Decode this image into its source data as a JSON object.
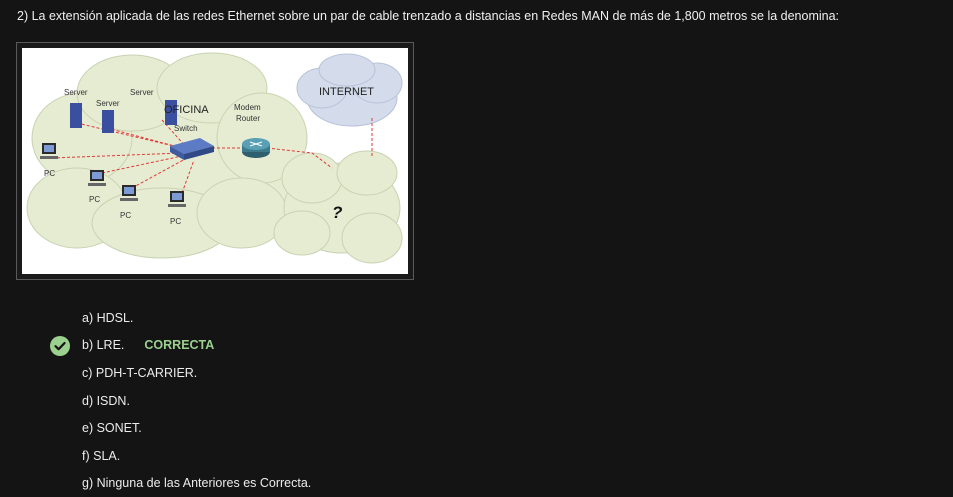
{
  "question": {
    "text": "2) La extensión aplicada de las redes Ethernet sobre un par de cable trenzado a distancias en Redes MAN de más de 1,800 metros se la denomina:"
  },
  "diagram": {
    "labels": {
      "server_1": "Server",
      "server_2": "Server",
      "server_3": "Server",
      "office": "OFICINA",
      "switch": "Switch",
      "modem_line1": "Modem",
      "modem_line2": "Router",
      "internet": "INTERNET",
      "pc_1": "PC",
      "pc_2": "PC",
      "pc_3": "PC",
      "pc_4": "PC",
      "unknown": "?"
    },
    "colors": {
      "cloud_fill": "#e6ecd2",
      "internet_cloud_fill": "#d4dcec",
      "cable": "#e03a3a",
      "server": "#3b4fa0"
    }
  },
  "options": [
    {
      "label": "a) HDSL.",
      "correct": false,
      "tag": ""
    },
    {
      "label": "b) LRE.",
      "correct": true,
      "tag": "CORRECTA"
    },
    {
      "label": "c) PDH-T-CARRIER.",
      "correct": false,
      "tag": ""
    },
    {
      "label": "d) ISDN.",
      "correct": false,
      "tag": ""
    },
    {
      "label": "e) SONET.",
      "correct": false,
      "tag": ""
    },
    {
      "label": "f) SLA.",
      "correct": false,
      "tag": ""
    },
    {
      "label": "g) Ninguna de las Anteriores es Correcta.",
      "correct": false,
      "tag": ""
    }
  ],
  "status": {
    "correct_color": "#9bd08f",
    "check_icon": "check-circle-icon"
  }
}
